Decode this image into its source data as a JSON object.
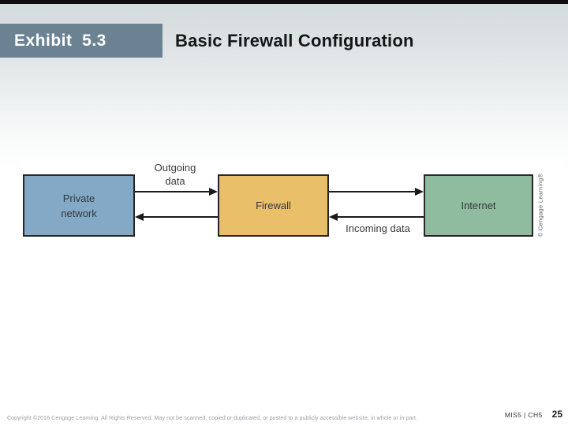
{
  "header": {
    "exhibit_label": "Exhibit  5.3",
    "title": "Basic Firewall Configuration",
    "badge_color": "#6b8292"
  },
  "diagram": {
    "nodes": [
      {
        "id": "private-network",
        "label": "Private\nnetwork",
        "fill_color": "#84a9c6"
      },
      {
        "id": "firewall",
        "label": "Firewall",
        "fill_color": "#e9bf6a"
      },
      {
        "id": "internet",
        "label": "Internet",
        "fill_color": "#8fbc9f"
      }
    ],
    "flows": [
      {
        "from": "Private network",
        "to": "Firewall",
        "label": "Outgoing data"
      },
      {
        "from": "Firewall",
        "to": "Private network",
        "label": ""
      },
      {
        "from": "Firewall",
        "to": "Internet",
        "label": ""
      },
      {
        "from": "Internet",
        "to": "Firewall",
        "label": "Incoming data"
      }
    ],
    "outgoing_label": "Outgoing\ndata",
    "incoming_label": "Incoming data",
    "credit": "© Cengage Learning®"
  },
  "footer": {
    "copyright": "Copyright ©2016 Cengage Learning. All Rights Reserved. May not be scanned, copied or duplicated, or posted to a publicly accessible website, in whole or in part.",
    "course_code": "MIS5 | CH5",
    "page_number": "25"
  }
}
